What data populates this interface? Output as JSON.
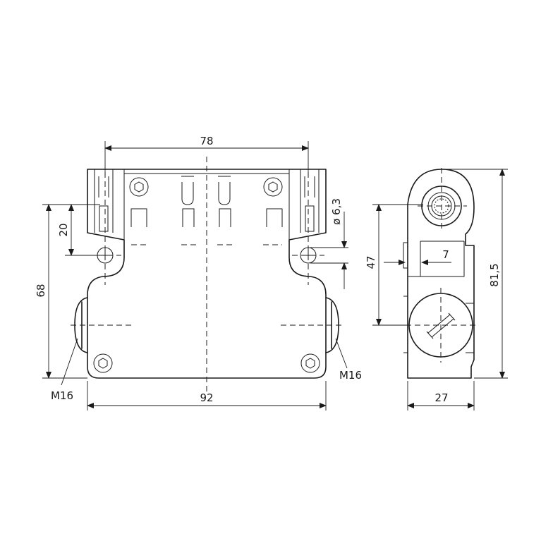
{
  "dimensions": {
    "top_width": "78",
    "bottom_width": "92",
    "left_height": "68",
    "left_offset": "20",
    "hole_dia": "ø 6,3",
    "side_47": "47",
    "side_7": "7",
    "side_height": "81,5",
    "side_width": "27",
    "thread_left": "M16",
    "thread_right": "M16"
  }
}
